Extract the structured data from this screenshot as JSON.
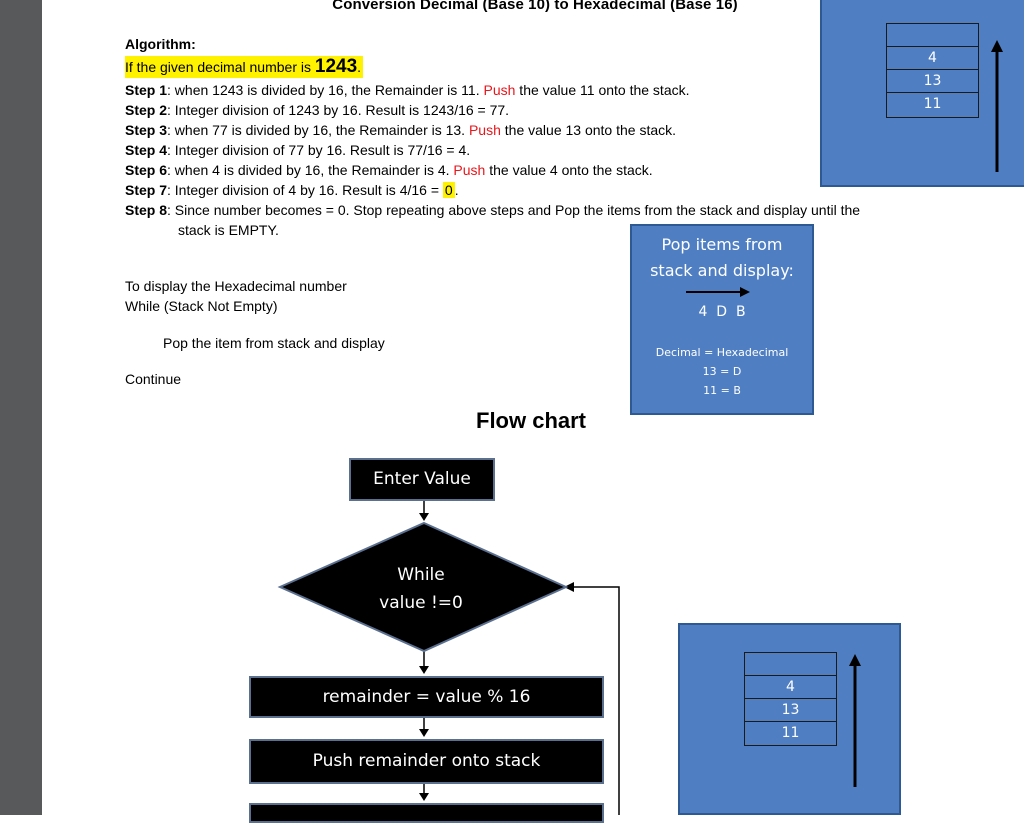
{
  "title": "Conversion Decimal (Base 10) to Hexadecimal (Base 16)",
  "algorithm": {
    "heading": "Algorithm:",
    "intro_text": "If the given decimal number is ",
    "intro_number": "1243",
    "intro_end": ".",
    "steps": [
      {
        "label": "Step 1",
        "pre": ": when 1243 is divided by 16, the Remainder is 11. ",
        "push": "Push",
        "post": " the value 11 onto the stack."
      },
      {
        "label": "Step 2",
        "text": ": Integer division of 1243 by 16. Result is 1243/16 = 77."
      },
      {
        "label": "Step 3",
        "pre": ": when 77 is divided by 16, the Remainder is 13. ",
        "push": "Push",
        "post": " the value 13 onto the stack."
      },
      {
        "label": "Step 4",
        "text": ": Integer division of 77 by 16. Result is 77/16 = 4."
      },
      {
        "label": "Step 6",
        "pre": ": when 4 is divided by 16, the Remainder is 4. ",
        "push": "Push",
        "post": " the value 4 onto the stack."
      },
      {
        "label": "Step 7",
        "text": ": Integer division of 4 by 16. Result is 4/16 = ",
        "highlight": "0",
        "end": "."
      },
      {
        "label": "Step 8",
        "text": ": Since number becomes = 0. Stop repeating above steps and Pop the items from the stack and display until the",
        "cont": "stack is EMPTY."
      }
    ]
  },
  "pseudo": {
    "line1": "To display the Hexadecimal number",
    "line2": "While (Stack Not Empty)",
    "line3": "Pop the item from stack and display",
    "line4": "Continue"
  },
  "stack_values": [
    "4",
    "13",
    "11"
  ],
  "display_box": {
    "title_line1": "Pop items from",
    "title_line2": "stack and display:",
    "output": "4  D  B",
    "legend_head": "Decimal = Hexadecimal",
    "legend_rows": [
      "13 = D",
      "11 = B"
    ]
  },
  "flowchart": {
    "title": "Flow chart",
    "enter": "Enter Value",
    "while_line1": "While",
    "while_line2": "value !=0",
    "remainder": "remainder = value % 16",
    "push": "Push remainder onto stack"
  },
  "colors": {
    "box_blue": "#4f7fc2",
    "highlight": "#fff200",
    "push_red": "#e8161b"
  }
}
